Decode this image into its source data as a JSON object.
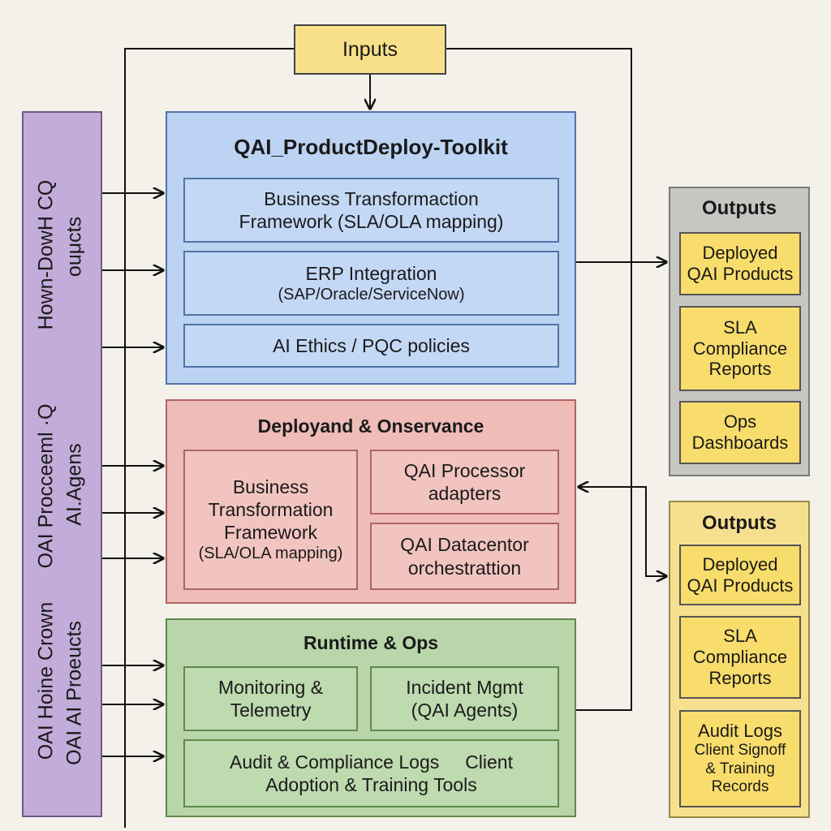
{
  "inputs": {
    "label": "Inputs"
  },
  "sidebar": {
    "labels": [
      "Hown-DowH CQ",
      "ouμcts",
      "OAI Procceeml ·Q",
      "AI.Agens",
      "OAI Hoine Crown",
      "OAI AI Proeucts"
    ]
  },
  "toolkit": {
    "title": "QAI_ProductDeploy-Toolkit",
    "items": [
      {
        "line1": "Business Transformaction",
        "line2": "Framework (SLA/OLA mapping)"
      },
      {
        "line1": "ERP Integration",
        "line2": "(SAP/Oracle/ServiceNow)"
      },
      {
        "line1": "AI Ethics / PQC policies"
      }
    ]
  },
  "deploy": {
    "title": "Deployand & Onservance",
    "left": {
      "line1": "Business",
      "line2": "Transformation",
      "line3": "Framework",
      "line4": "(SLA/OLA mapping)"
    },
    "right_top": {
      "line1": "QAI Processor",
      "line2": "adapters"
    },
    "right_bottom": {
      "line1": "QAI Datacentor",
      "line2": "orchestrattion"
    }
  },
  "runtime": {
    "title": "Runtime & Ops",
    "left": {
      "line1": "Monitoring &",
      "line2": "Telemetry"
    },
    "right": {
      "line1": "Incident Mgmt",
      "line2": "(QAI Agents)"
    },
    "bottom": {
      "line1": "Audit & Compliance Logs     Client",
      "line2": "Adoption & Training Tools"
    }
  },
  "outputs_gray": {
    "title": "Outputs",
    "items": [
      {
        "line1": "Deployed",
        "line2": "QAI Products"
      },
      {
        "line1": "SLA",
        "line2": "Compliance",
        "line3": "Reports"
      },
      {
        "line1": "Ops",
        "line2": "Dashboards"
      }
    ]
  },
  "outputs_yellow": {
    "title": "Outputs",
    "items": [
      {
        "line1": "Deployed",
        "line2": "QAI Products"
      },
      {
        "line1": "SLA",
        "line2": "Compliance",
        "line3": "Reports"
      },
      {
        "line1": "Audit Logs",
        "line2": "Client Signoff",
        "line3": "& Training",
        "line4": "Records"
      }
    ]
  }
}
